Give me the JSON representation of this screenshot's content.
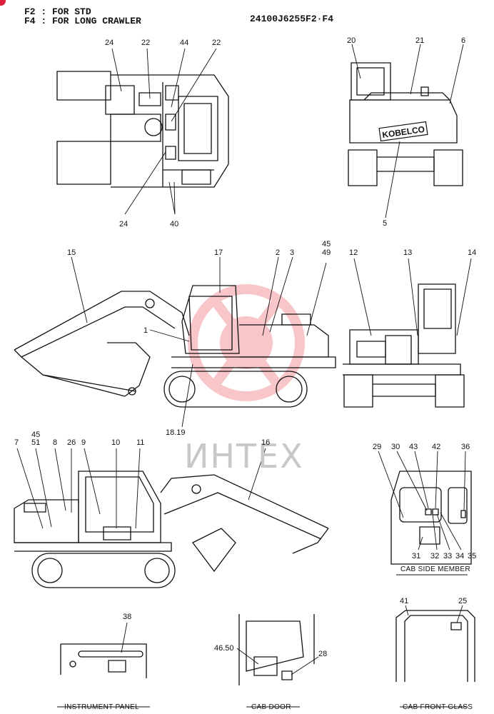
{
  "header": {
    "line1": "F2 : FOR STD",
    "line2": "F4 : FOR LONG CRAWLER",
    "part_no": "24100J6255F2·F4"
  },
  "watermark": "ИНТЕХ",
  "callouts": {
    "top_plan": [
      "24",
      "22",
      "44",
      "22",
      "24",
      "40"
    ],
    "rear_view": [
      "20",
      "21",
      "6",
      "5"
    ],
    "rear_logo": "KOBELCO",
    "left_side": [
      "15",
      "17",
      "2",
      "3",
      "45",
      "49",
      "1",
      "18.19"
    ],
    "front_view": [
      "12",
      "13",
      "14"
    ],
    "right_side": [
      "45",
      "51",
      "7",
      "8",
      "26",
      "9",
      "10",
      "11",
      "16"
    ],
    "cab_side": [
      "29",
      "30",
      "43",
      "42",
      "36",
      "31",
      "32",
      "33",
      "34",
      "35"
    ],
    "instrument": [
      "38"
    ],
    "cab_door": [
      "46.50",
      "28"
    ],
    "front_glass": [
      "41",
      "25"
    ]
  },
  "captions": {
    "cab_side_member": "CAB SIDE MEMBER",
    "instrument_panel": "INSTRUMENT PANEL",
    "cab_door": "CAB DOOR",
    "cab_front_glass": "CAB FRONT GLASS"
  },
  "colors": {
    "ink": "#111111",
    "watermark": "#e8343f"
  }
}
